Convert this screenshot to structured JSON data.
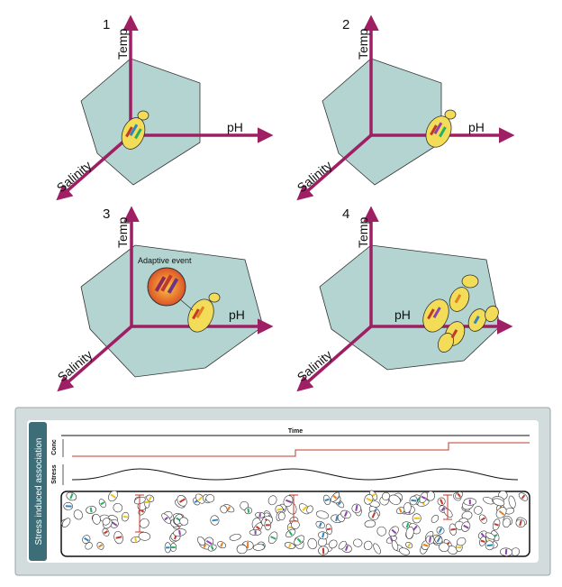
{
  "panels": [
    {
      "number": "1",
      "axes": {
        "temp": "Temp",
        "ph": "pH",
        "salinity": "Salinity"
      }
    },
    {
      "number": "2",
      "axes": {
        "temp": "Temp",
        "ph": "pH",
        "salinity": "Salinity"
      }
    },
    {
      "number": "3",
      "axes": {
        "temp": "Temp",
        "ph": "pH",
        "salinity": "Salinity"
      },
      "callout": "Adaptive event"
    },
    {
      "number": "4",
      "axes": {
        "temp": "Temp",
        "ph": "pH",
        "salinity": "Salinity"
      }
    }
  ],
  "bottom": {
    "side_label": "Stress induced association",
    "time_label": "Time",
    "conc_label": "Conc",
    "stress_label": "Stress"
  },
  "colors": {
    "axis": "#9e1f63",
    "plane": "#b3d4d1",
    "plane_edge": "#333333",
    "cell": "#f3dc58",
    "cell_edge": "#333333",
    "conc_line": "#c0392b",
    "panel_bg": "#d2dcdc",
    "side_tab": "#3d6e77"
  }
}
